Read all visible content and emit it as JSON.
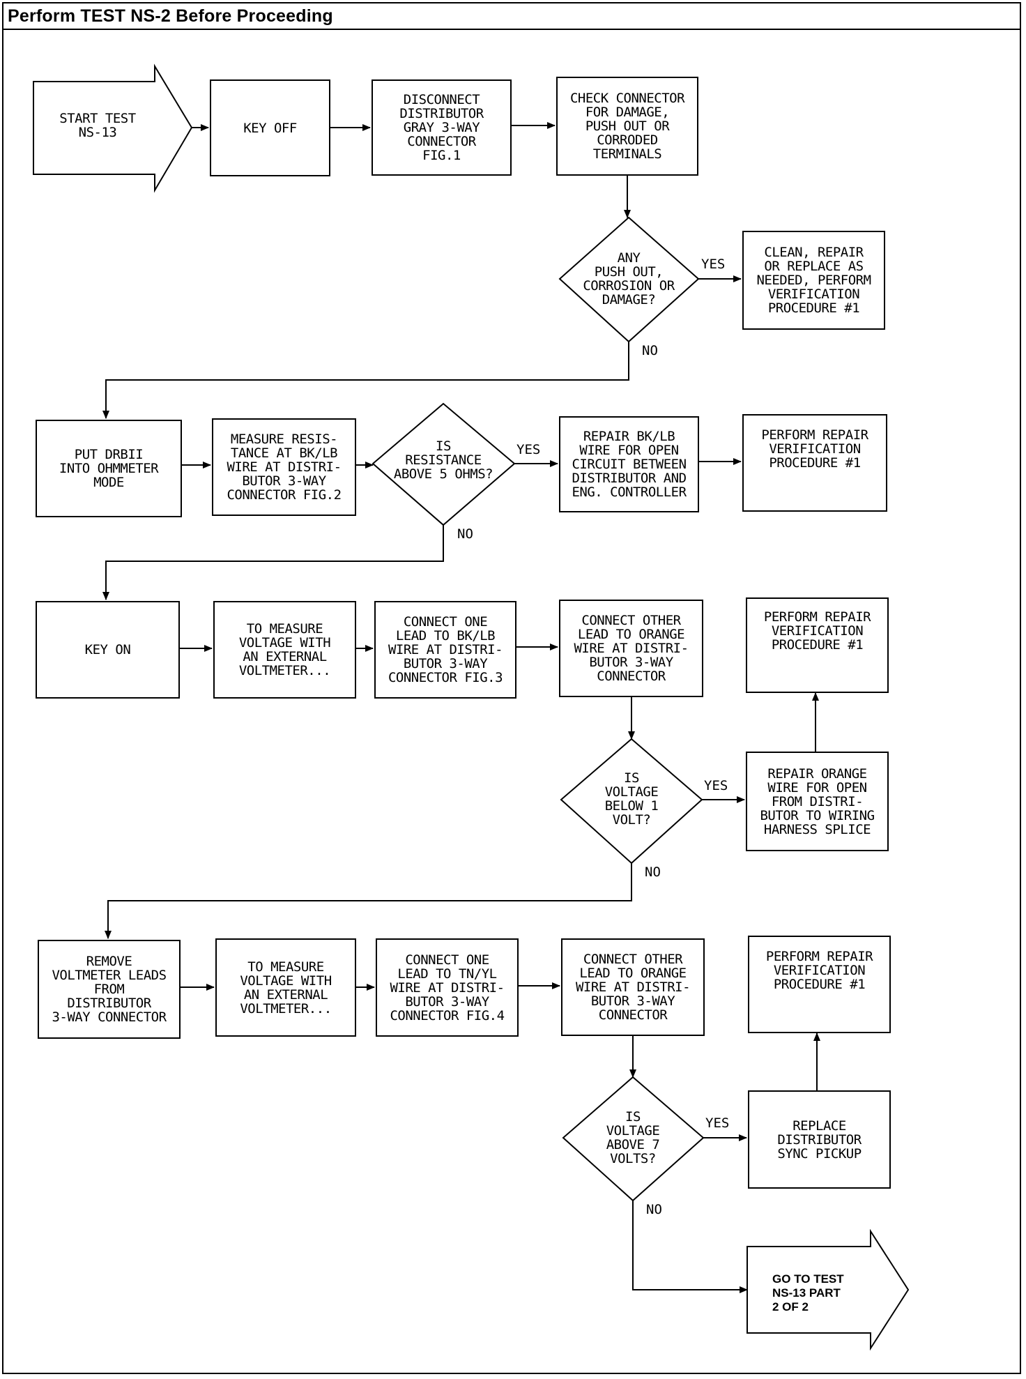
{
  "header": {
    "title": "Perform TEST NS-2 Before Proceeding"
  },
  "start": {
    "text": "START TEST\nNS-13"
  },
  "row1": {
    "key_off": "KEY OFF",
    "disconnect": "DISCONNECT\nDISTRIBUTOR\nGRAY 3-WAY\nCONNECTOR\nFIG.1",
    "check": "CHECK CONNECTOR\nFOR DAMAGE,\nPUSH OUT OR\nCORRODED\nTERMINALS"
  },
  "decision1": {
    "text": "ANY\nPUSH OUT,\nCORROSION OR\nDAMAGE?",
    "yes": "YES",
    "no": "NO"
  },
  "clean": {
    "text": "CLEAN, REPAIR\nOR REPLACE AS\nNEEDED, PERFORM\nVERIFICATION\nPROCEDURE #1"
  },
  "row2": {
    "put_drb": "PUT DRBII\nINTO OHMMETER\nMODE",
    "measure": "MEASURE RESIS-\nTANCE AT BK/LB\nWIRE AT DISTRI-\nBUTOR 3-WAY\nCONNECTOR FIG.2",
    "repair_bk": "REPAIR BK/LB\nWIRE FOR OPEN\nCIRCUIT BETWEEN\nDISTRIBUTOR AND\nENG. CONTROLLER",
    "perform": "PERFORM REPAIR\nVERIFICATION\nPROCEDURE #1"
  },
  "decision2": {
    "text": "IS\nRESISTANCE\nABOVE 5 OHMS?",
    "yes": "YES",
    "no": "NO"
  },
  "row3": {
    "key_on": "KEY ON",
    "measure_v": "TO MEASURE\nVOLTAGE WITH\nAN EXTERNAL\nVOLTMETER...",
    "connect_one": "CONNECT ONE\nLEAD TO BK/LB\nWIRE AT DISTRI-\nBUTOR 3-WAY\nCONNECTOR FIG.3",
    "connect_other": "CONNECT OTHER\nLEAD TO ORANGE\nWIRE AT DISTRI-\nBUTOR 3-WAY\nCONNECTOR",
    "perform": "PERFORM REPAIR\nVERIFICATION\nPROCEDURE #1",
    "repair_orange": "REPAIR ORANGE\nWIRE FOR OPEN\nFROM DISTRI-\nBUTOR TO WIRING\nHARNESS SPLICE"
  },
  "decision3": {
    "text": "IS\nVOLTAGE\nBELOW 1\nVOLT?",
    "yes": "YES",
    "no": "NO"
  },
  "row4": {
    "remove": "REMOVE\nVOLTMETER LEADS\nFROM\nDISTRIBUTOR\n3-WAY CONNECTOR",
    "measure_v": "TO MEASURE\nVOLTAGE WITH\nAN EXTERNAL\nVOLTMETER...",
    "connect_one": "CONNECT ONE\nLEAD TO TN/YL\nWIRE AT DISTRI-\nBUTOR 3-WAY\nCONNECTOR FIG.4",
    "connect_other": "CONNECT OTHER\nLEAD TO ORANGE\nWIRE AT DISTRI-\nBUTOR 3-WAY\nCONNECTOR",
    "perform": "PERFORM REPAIR\nVERIFICATION\nPROCEDURE #1",
    "replace": "REPLACE\nDISTRIBUTOR\nSYNC PICKUP"
  },
  "decision4": {
    "text": "IS\nVOLTAGE\nABOVE 7\nVOLTS?",
    "yes": "YES",
    "no": "NO"
  },
  "goto": {
    "text": "GO TO TEST\nNS-13 PART\n2 OF 2"
  }
}
